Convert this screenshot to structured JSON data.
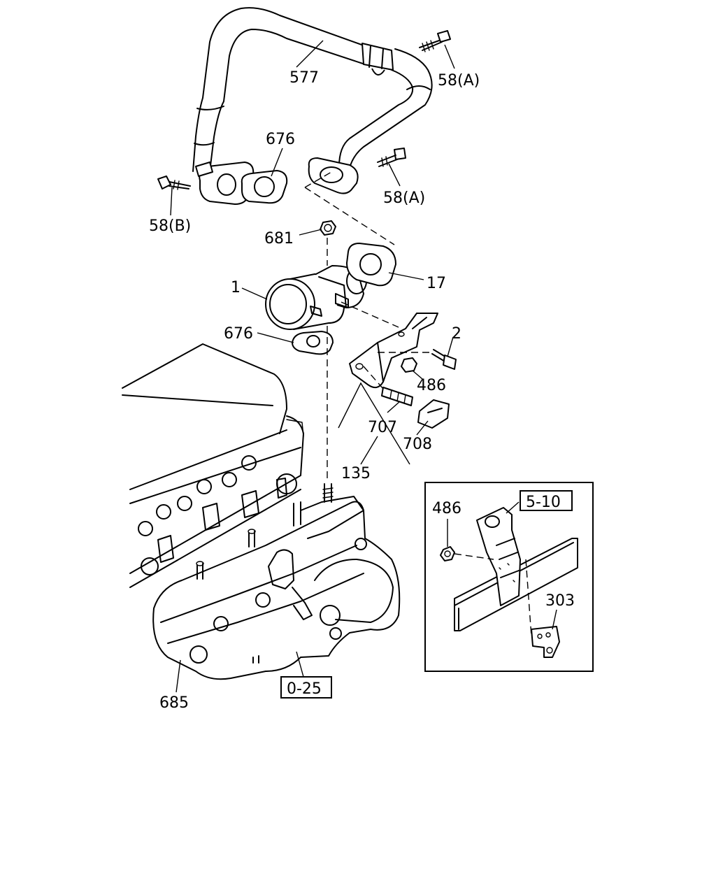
{
  "callouts": {
    "c577": "577",
    "c58a_top": "58(A)",
    "c676_top": "676",
    "c58a_mid": "58(A)",
    "c58b": "58(B)",
    "c681": "681",
    "c17": "17",
    "c1": "1",
    "c2": "2",
    "c676_mid": "676",
    "c486": "486",
    "c707": "707",
    "c708": "708",
    "c135": "135",
    "c685": "685",
    "ref_025": "0-25"
  },
  "inset": {
    "c486": "486",
    "ref_510": "5-10",
    "c303": "303"
  }
}
